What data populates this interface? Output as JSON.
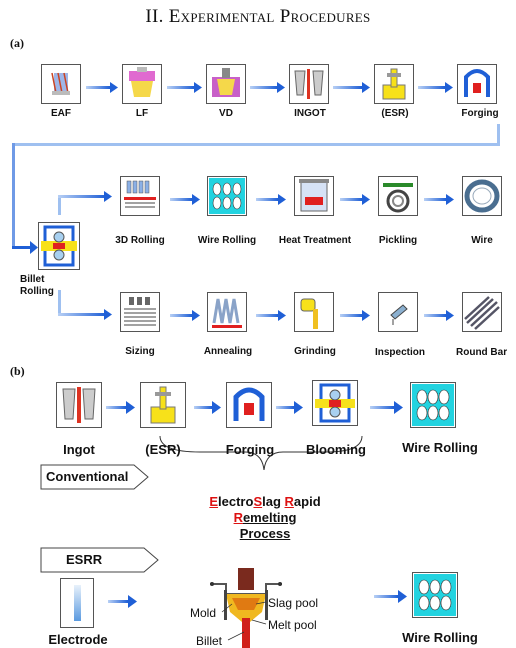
{
  "heading": "II. Experimental Procedures",
  "part_a": {
    "label": "(a)",
    "row1": [
      "EAF",
      "LF",
      "VD",
      "INGOT",
      "(ESR)",
      "Forging"
    ],
    "billet_rolling": "Billet Rolling",
    "row2": [
      "3D Rolling",
      "Wire Rolling",
      "Heat Treatment",
      "Pickling",
      "Wire"
    ],
    "row3": [
      "Sizing",
      "Annealing",
      "Grinding",
      "Inspection",
      "Round Bar"
    ]
  },
  "part_b": {
    "label": "(b)",
    "conventional_steps": [
      "Ingot",
      "(ESR)",
      "Forging",
      "Blooming",
      "Wire Rolling"
    ],
    "conventional_tag": "Conventional",
    "esrr_title_line1_e": "E",
    "esrr_title_line1_a": "lectro",
    "esrr_title_line1_s": "S",
    "esrr_title_line1_b": "lag ",
    "esrr_title_line1_r": "R",
    "esrr_title_line1_c": "apid",
    "esrr_title_line2_r": "R",
    "esrr_title_line2_a": "emelting",
    "esrr_title_line3": "Process",
    "esrr_tag": "ESRR",
    "electrode": "Electrode",
    "mold": "Mold",
    "billet": "Billet",
    "slag_pool": "Slag pool",
    "melt_pool": "Melt pool",
    "wire_rolling": "Wire Rolling"
  },
  "colors": {
    "arrow": "#1f5fd6",
    "cyan": "#22d3e0",
    "red": "#e0201f",
    "yellow": "#f7e11a"
  }
}
